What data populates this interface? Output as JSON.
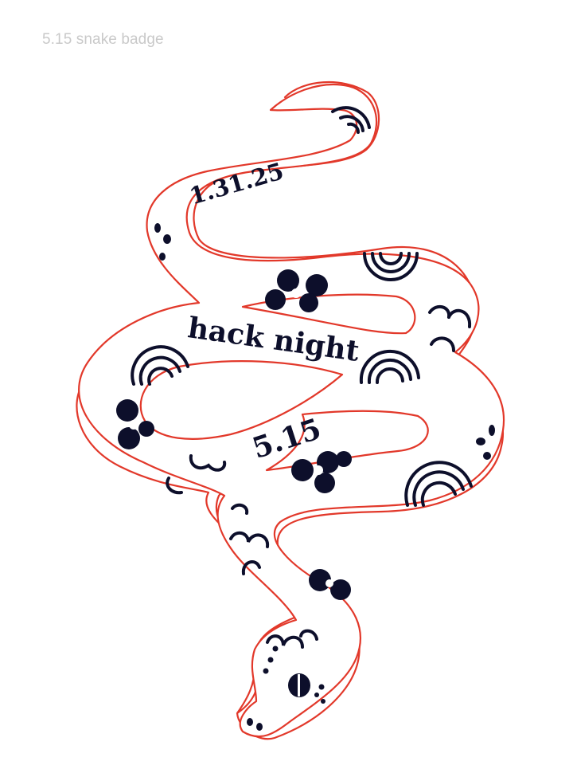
{
  "caption": "5.15 snake badge",
  "badge": {
    "date": "1.31.25",
    "title": "hack night",
    "number": "5.15"
  },
  "colors": {
    "outline": "#e2382a",
    "ink": "#0d0f2b",
    "caption": "#c9c9c9",
    "background": "#ffffff"
  },
  "icons": [
    "flower-icon",
    "rainbow-arc-icon",
    "scale-arc-icon",
    "eye-icon",
    "dot-cluster-icon",
    "droplet-cluster-icon"
  ]
}
